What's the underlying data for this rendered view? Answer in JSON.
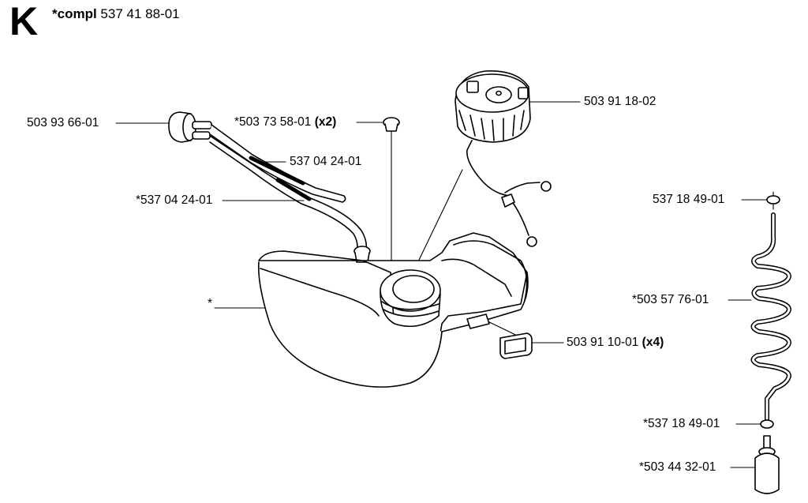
{
  "section": {
    "letter": "K"
  },
  "assembly": {
    "prefix": "*compl",
    "number": "537 41 88-01"
  },
  "parts": [
    {
      "id": "primer-bulb",
      "part_number": "503 93 66-01",
      "qty": ""
    },
    {
      "id": "tank-vent",
      "part_number": "*503 73 58-01",
      "qty": "(x2)"
    },
    {
      "id": "fuel-hose-1",
      "part_number": "537 04 24-01",
      "qty": ""
    },
    {
      "id": "fuel-hose-2",
      "part_number": "*537 04 24-01",
      "qty": ""
    },
    {
      "id": "fuel-cap",
      "part_number": "503 91 18-02",
      "qty": ""
    },
    {
      "id": "fuel-tank",
      "part_number": "*",
      "qty": ""
    },
    {
      "id": "rubber-buffer",
      "part_number": "503 91 10-01",
      "qty": "(x4)"
    },
    {
      "id": "o-ring-top",
      "part_number": "537 18 49-01",
      "qty": ""
    },
    {
      "id": "fuel-line-coil",
      "part_number": "*503 57 76-01",
      "qty": ""
    },
    {
      "id": "o-ring-bottom",
      "part_number": "*537 18 49-01",
      "qty": ""
    },
    {
      "id": "fuel-filter",
      "part_number": "*503 44 32-01",
      "qty": ""
    }
  ]
}
